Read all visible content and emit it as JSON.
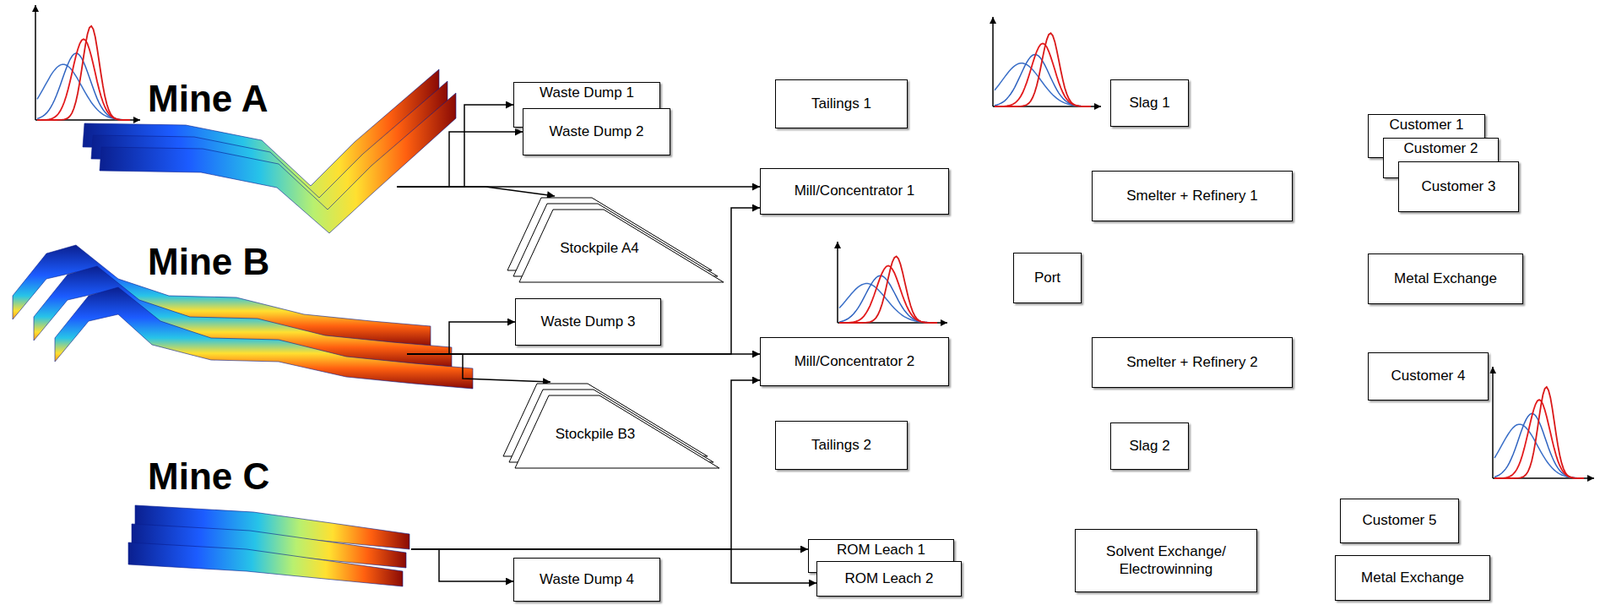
{
  "diagram": {
    "nodes": [
      {
        "text": [
          "Mine A"
        ]
      },
      {
        "text": [
          "Waste Dump 1"
        ]
      },
      {
        "text": [
          "Waste Dump 2"
        ]
      },
      {
        "text": [
          "Tailings 1"
        ]
      },
      {
        "text": [
          "Slag 1"
        ]
      },
      {
        "text": [
          "Customer 1"
        ]
      },
      {
        "text": [
          "Customer 2"
        ]
      },
      {
        "text": [
          "Customer 3"
        ]
      },
      {
        "text": [
          "Mill/Concentrator 1"
        ]
      },
      {
        "text": [
          "Smelter + Refinery 1"
        ]
      },
      {
        "text": [
          "Stockpile A4"
        ]
      },
      {
        "text": [
          "Mine B"
        ]
      },
      {
        "text": [
          "Port"
        ]
      },
      {
        "text": [
          "Metal Exchange"
        ]
      },
      {
        "text": [
          "Waste Dump 3"
        ]
      },
      {
        "text": [
          "Mill/Concentrator 2"
        ]
      },
      {
        "text": [
          "Smelter + Refinery 2"
        ]
      },
      {
        "text": [
          "Customer 4"
        ]
      },
      {
        "text": [
          "Stockpile B3"
        ]
      },
      {
        "text": [
          "Tailings 2"
        ]
      },
      {
        "text": [
          "Slag 2"
        ]
      },
      {
        "text": [
          "Mine C"
        ]
      },
      {
        "text": [
          "Customer 5"
        ]
      },
      {
        "text": [
          "ROM Leach 1"
        ]
      },
      {
        "text": [
          "ROM Leach 2"
        ]
      },
      {
        "text": [
          "Solvent Exchange/ Electrowinning"
        ]
      },
      {
        "text": [
          "Waste Dump 4"
        ]
      },
      {
        "text": [
          "Metal Exchange"
        ]
      }
    ],
    "edges": [
      {
        "from": 0,
        "to": 1,
        "arrow": "to"
      },
      {
        "from": 0,
        "to": 2,
        "arrow": "to"
      },
      {
        "from": 0,
        "to": 8,
        "arrow": "to"
      },
      {
        "from": 0,
        "to": 10,
        "arrow": "to"
      },
      {
        "from": 11,
        "to": 14,
        "arrow": "to"
      },
      {
        "from": 11,
        "to": 15,
        "arrow": "to"
      },
      {
        "from": 11,
        "to": 8,
        "arrow": "to"
      },
      {
        "from": 11,
        "to": 18,
        "arrow": "to"
      },
      {
        "from": 21,
        "to": 23,
        "arrow": "to"
      },
      {
        "from": 21,
        "to": 24,
        "arrow": "to"
      },
      {
        "from": 21,
        "to": 26,
        "arrow": "to"
      },
      {
        "from": 21,
        "to": 15,
        "arrow": "to"
      }
    ]
  }
}
